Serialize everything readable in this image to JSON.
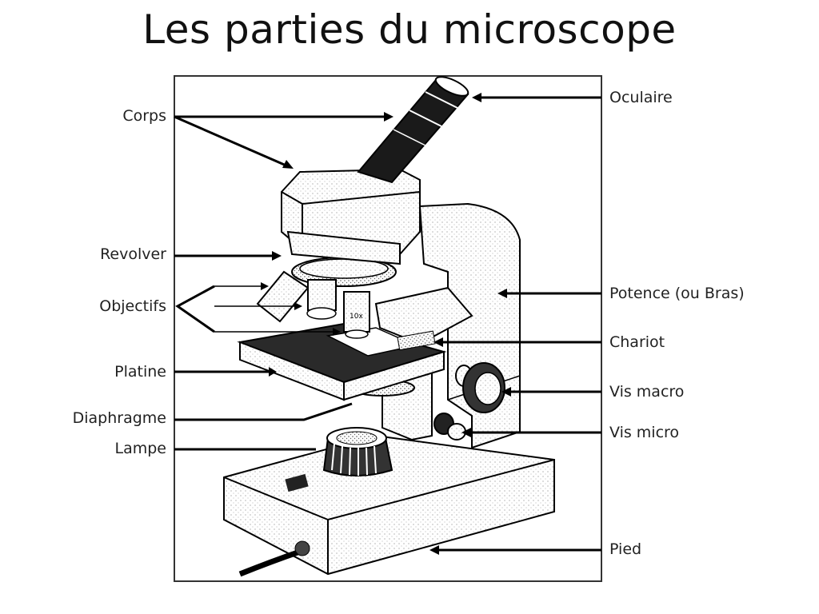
{
  "title": "Les parties du microscope",
  "labels": {
    "corps": "Corps",
    "revolver": "Revolver",
    "objectifs": "Objectifs",
    "platine": "Platine",
    "diaphragme": "Diaphragme",
    "lampe": "Lampe",
    "oculaire": "Oculaire",
    "potence": "Potence (ou Bras)",
    "chariot": "Chariot",
    "vis_macro": "Vis macro",
    "vis_micro": "Vis micro",
    "pied": "Pied",
    "objective_magnification": "10x"
  },
  "colors": {
    "line": "#000000",
    "ink": "#222222",
    "paper": "#ffffff"
  }
}
